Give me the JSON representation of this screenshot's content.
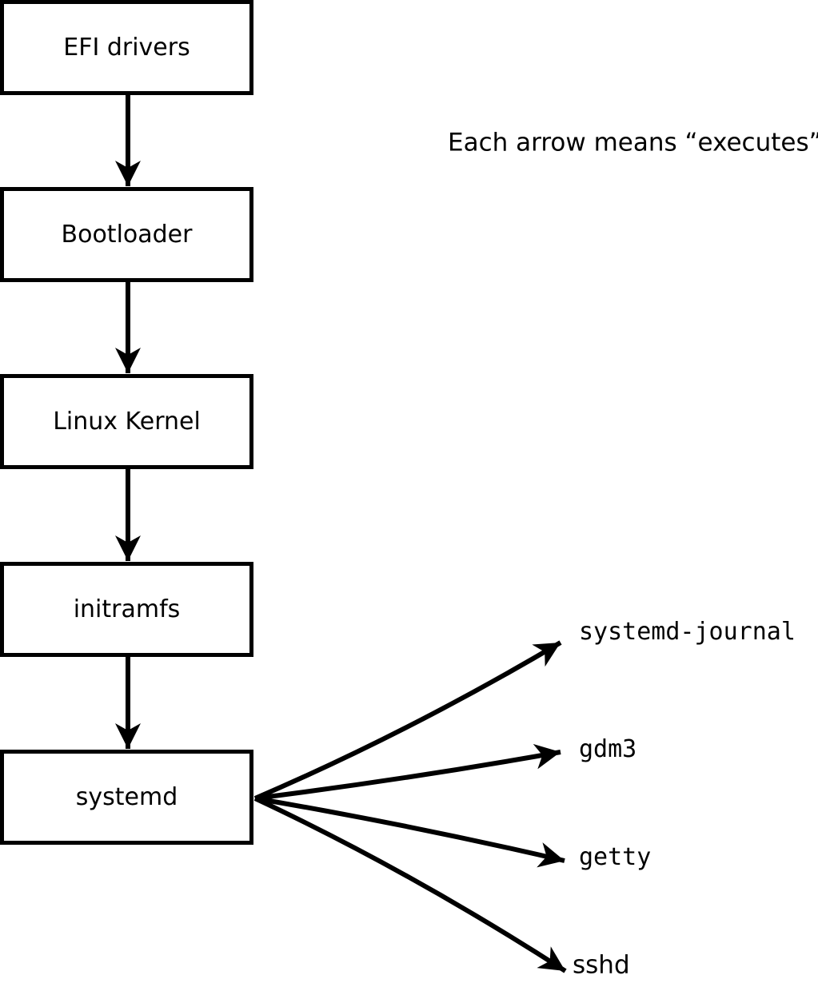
{
  "diagram": {
    "title_note": "Each arrow means “executes”.",
    "edge_meaning": "executes",
    "boot_chain": [
      {
        "id": "efi-drivers",
        "label": "EFI drivers"
      },
      {
        "id": "bootloader",
        "label": "Bootloader"
      },
      {
        "id": "linux-kernel",
        "label": "Linux Kernel"
      },
      {
        "id": "initramfs",
        "label": "initramfs"
      },
      {
        "id": "systemd",
        "label": "systemd"
      }
    ],
    "spawned_services": [
      {
        "id": "systemd-journal",
        "label": "systemd-journal"
      },
      {
        "id": "gdm3",
        "label": "gdm3"
      },
      {
        "id": "getty",
        "label": "getty"
      },
      {
        "id": "sshd",
        "label": "sshd"
      }
    ],
    "colors": {
      "stroke": "#000000",
      "background": "#ffffff",
      "text": "#000000"
    }
  }
}
